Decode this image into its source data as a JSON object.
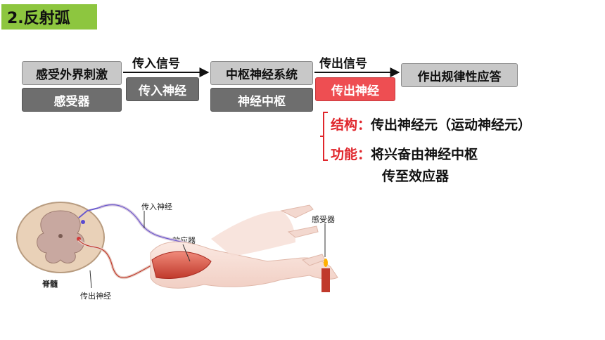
{
  "title": "2.反射弧",
  "flow": {
    "stimulus": "感受外界刺激",
    "receptor": "感受器",
    "afferent_signal": "传入信号",
    "afferent_nerve": "传入神经",
    "cns": "中枢神经系统",
    "center": "神经中枢",
    "efferent_signal": "传出信号",
    "efferent_nerve": "传出神经",
    "response": "作出规律性应答"
  },
  "notes": {
    "structure_key": "结构：",
    "structure_value": "传出神经元（运动神经元）",
    "function_key": "功能：",
    "function_line1": "将兴奋由神经中枢",
    "function_line2": "传至效应器"
  },
  "figure": {
    "afferent_nerve": "传入神经",
    "effector": "效应器",
    "receptor": "感受器",
    "spinal_cord": "脊髓",
    "efferent_nerve": "传出神经"
  },
  "colors": {
    "title_bg": "#8dc63f",
    "light_box": "#c8c8c8",
    "dark_box": "#6e6e6e",
    "highlight_box": "#ee4e52",
    "bracket": "#e0262c"
  }
}
